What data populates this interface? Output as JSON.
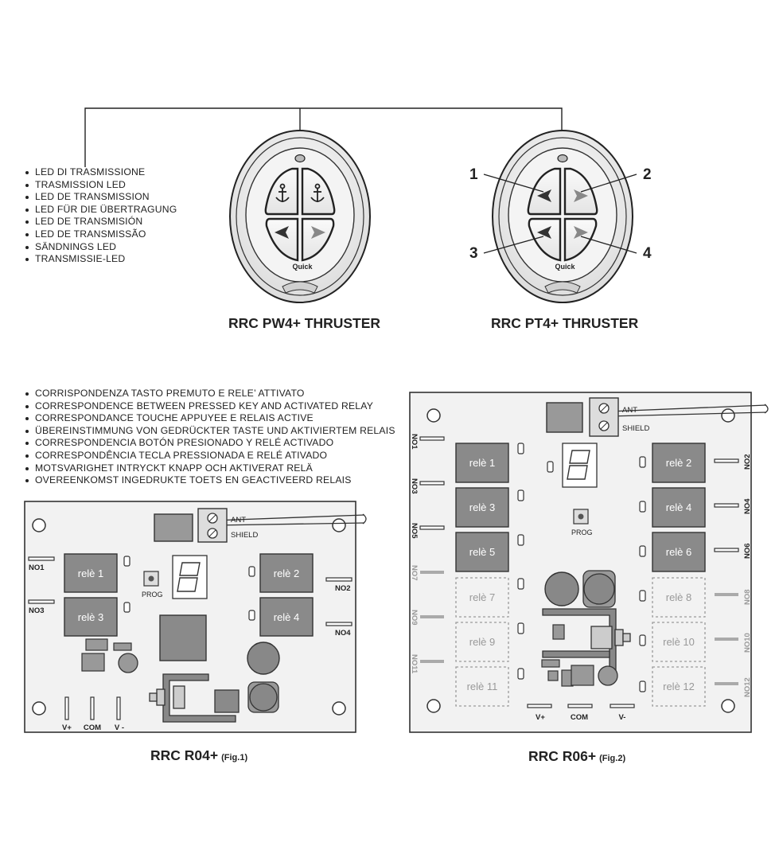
{
  "led_label_list": [
    "LED DI TRASMISSIONE",
    "TRASMISSION LED",
    "LED DE TRANSMISSION",
    "LED FÜR DIE ÜBERTRAGUNG",
    "LED DE TRANSMISIÓN",
    "LED DE TRANSMISSÃO",
    "SÄNDNINGS LED",
    "TRANSMISSIE-LED"
  ],
  "correspondence_list": [
    "CORRISPONDENZA TASTO PREMUTO E RELE’ ATTIVATO",
    "CORRESPONDENCE BETWEEN PRESSED KEY AND ACTIVATED RELAY",
    "CORRESPONDANCE TOUCHE APPUYEE E RELAIS ACTIVE",
    "ÜBEREINSTIMMUNG VON GEDRÜCKTER TASTE UND AKTIVIERTEM RELAIS",
    "CORRESPONDENCIA BOTÓN PRESIONADO Y RELÉ ACTIVADO",
    "CORRESPONDÊNCIA TECLA PRESSIONADA E RELÉ ATIVADO",
    "MOTSVARIGHET INTRYCKT KNAPP OCH AKTIVERAT RELÄ",
    "OVEREENKOMST INGEDRUKTE TOETS EN GEACTIVEERD RELAIS"
  ],
  "remote_pw4": {
    "title": "RRC PW4+ THRUSTER",
    "brand": "Quick"
  },
  "remote_pt4": {
    "title": "RRC PT4+ THRUSTER",
    "brand": "Quick",
    "callouts": [
      "1",
      "2",
      "3",
      "4"
    ]
  },
  "board_r04": {
    "title": "RRC R04+",
    "fig": "(Fig.1)",
    "relays": [
      "relè 1",
      "relè 2",
      "relè 3",
      "relè 4"
    ],
    "outputs": [
      "NO1",
      "NO2",
      "NO3",
      "NO4"
    ],
    "terminals": [
      "ANT",
      "SHIELD"
    ],
    "prog": "PROG",
    "power": [
      "V+",
      "COM",
      "V -"
    ]
  },
  "board_r06": {
    "title": "RRC R06+",
    "fig": "(Fig.2)",
    "relays": [
      "relè 1",
      "relè 2",
      "relè 3",
      "relè 4",
      "relè 5",
      "relè 6"
    ],
    "relays_optional": [
      "relè 7",
      "relè 8",
      "relè 9",
      "relè 10",
      "relè 11",
      "relè 12"
    ],
    "outputs_left": [
      "NO1",
      "NO3",
      "NO5",
      "NO7",
      "NO9",
      "NO11"
    ],
    "outputs_right": [
      "NO2",
      "NO4",
      "NO6",
      "NO8",
      "NO10",
      "NO12"
    ],
    "terminals": [
      "ANT",
      "SHIELD"
    ],
    "prog": "PROG",
    "power": [
      "V+",
      "COM",
      "V-"
    ]
  },
  "colors": {
    "board": "#f2f2f2",
    "relay": "#8a8a8a",
    "outline": "#333333",
    "remote_body": "#f7f7f7",
    "dashed": "#9a9a9a"
  }
}
